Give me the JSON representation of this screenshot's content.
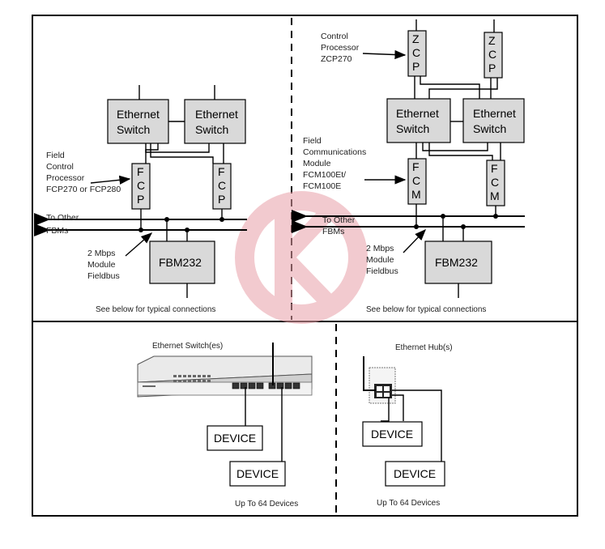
{
  "left_top": {
    "switch1": "Ethernet\nSwitch",
    "switch2": "Ethernet\nSwitch",
    "fcp_letters": [
      "F",
      "C",
      "P"
    ],
    "fcp_label": [
      "Field",
      "Control",
      "Processor",
      "FCP270 or FCP280"
    ],
    "to_other": [
      "To Other",
      "FBMs"
    ],
    "bus_label": [
      "2 Mbps",
      "Module",
      "Fieldbus"
    ],
    "fbm": "FBM232",
    "see_below": "See below for typical connections"
  },
  "right_top": {
    "zcp_letters": [
      "Z",
      "C",
      "P"
    ],
    "zcp_label": [
      "Control",
      "Processor",
      "ZCP270"
    ],
    "switch1": "Ethernet\nSwitch",
    "switch2": "Ethernet\nSwitch",
    "fcm_letters": [
      "F",
      "C",
      "M"
    ],
    "fcm_label": [
      "Field",
      "Communications",
      "Module",
      "FCM100Et/",
      "FCM100E"
    ],
    "to_other": [
      "To Other",
      "FBMs"
    ],
    "bus_label": [
      "2 Mbps",
      "Module",
      "Fieldbus"
    ],
    "fbm": "FBM232",
    "see_below": "See below for typical connections"
  },
  "left_bottom": {
    "title": "Ethernet Switch(es)",
    "device1": "DEVICE",
    "device2": "DEVICE",
    "footer": "Up To 64 Devices"
  },
  "right_bottom": {
    "title": "Ethernet Hub(s)",
    "device1": "DEVICE",
    "device2": "DEVICE",
    "footer": "Up To 64 Devices"
  },
  "watermark_color": "#e8a0a8"
}
